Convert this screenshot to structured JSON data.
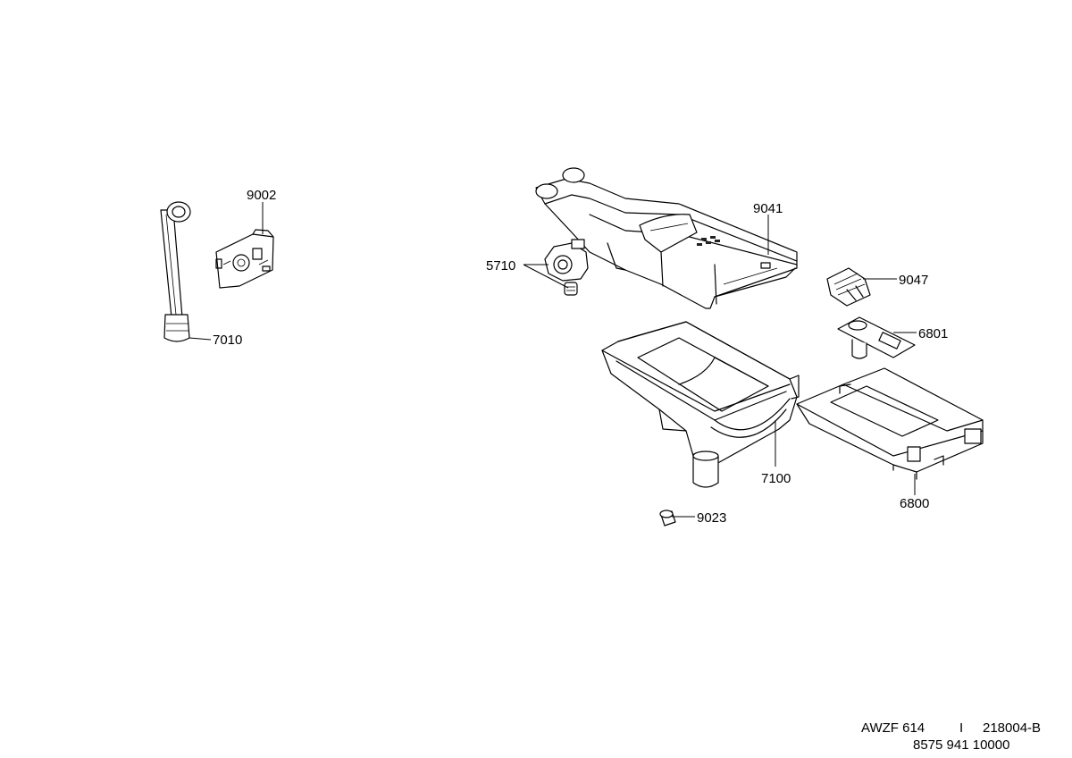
{
  "diagram": {
    "parts": [
      {
        "id": "p9002",
        "label": "9002"
      },
      {
        "id": "p7010",
        "label": "7010"
      },
      {
        "id": "p9041",
        "label": "9041"
      },
      {
        "id": "p5710",
        "label": "5710"
      },
      {
        "id": "p9047",
        "label": "9047"
      },
      {
        "id": "p6801",
        "label": "6801"
      },
      {
        "id": "p7100",
        "label": "7100"
      },
      {
        "id": "p6800",
        "label": "6800"
      },
      {
        "id": "p9023",
        "label": "9023"
      }
    ]
  },
  "footer": {
    "model": "AWZF 614",
    "separator": "I",
    "code": "218004-B",
    "part_number": "8575 941 10000"
  }
}
